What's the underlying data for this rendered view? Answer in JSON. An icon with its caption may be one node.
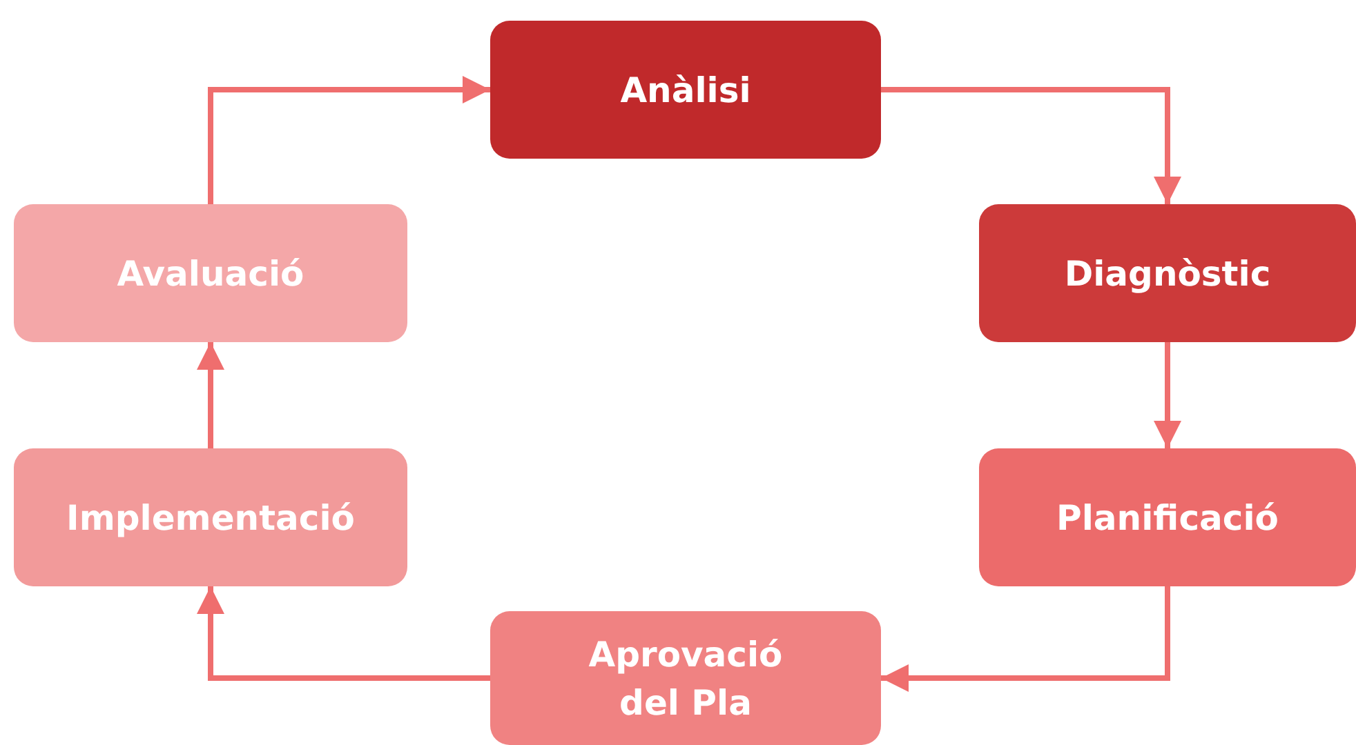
{
  "diagram": {
    "nodes": [
      {
        "text": [
          "Anàlisi"
        ]
      },
      {
        "text": [
          "Diagnòstic"
        ]
      },
      {
        "text": [
          "Planificació"
        ]
      },
      {
        "text": [
          "Aprovació del Pla"
        ]
      },
      {
        "text": [
          "Implementació"
        ]
      },
      {
        "text": [
          "Avaluació"
        ]
      }
    ],
    "edges": [
      {
        "from": 0,
        "to": 1,
        "arrow": "to"
      },
      {
        "from": 1,
        "to": 2,
        "arrow": "to"
      },
      {
        "from": 2,
        "to": 3,
        "arrow": "to"
      },
      {
        "from": 3,
        "to": 4,
        "arrow": "to"
      },
      {
        "from": 4,
        "to": 5,
        "arrow": "to"
      },
      {
        "from": 5,
        "to": 0,
        "arrow": "to"
      }
    ]
  }
}
